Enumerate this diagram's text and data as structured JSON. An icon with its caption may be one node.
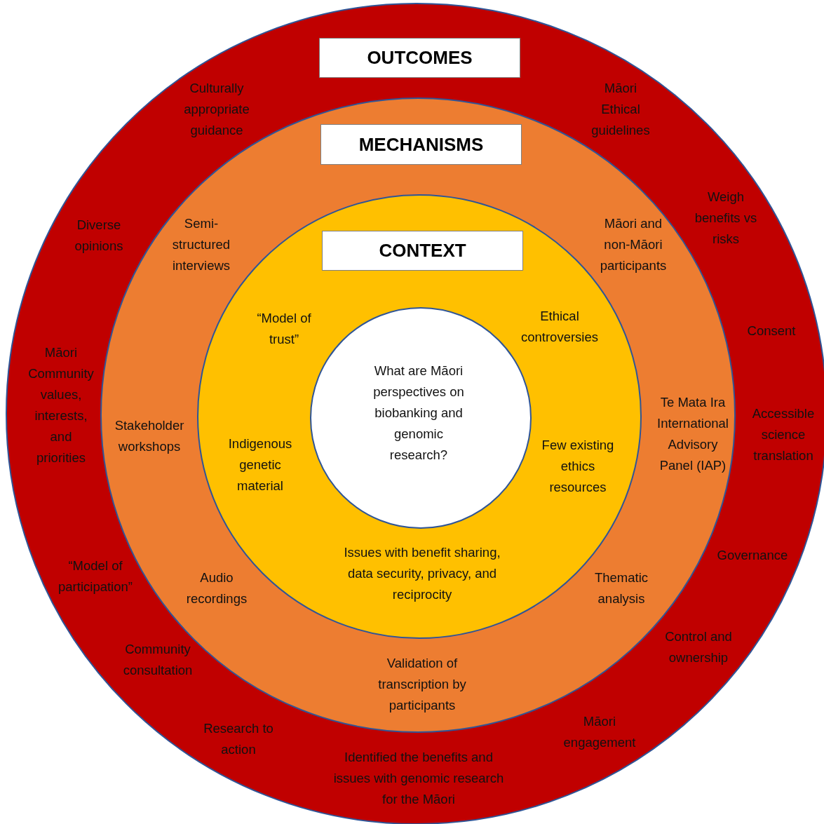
{
  "diagram": {
    "nodes": [
      {
        "text": [
          "Diverse opinions",
          "Consent",
          "Māori Community values, interests, and priorities",
          "Accessible science translation",
          "Governance",
          "“Model of participation”",
          "Research to action",
          "Māori engagement",
          "Identified the benefits and issues with genomic research for the Māori"
        ]
      },
      {
        "text": [
          "OUTCOMES"
        ],
        "in": 0
      },
      {
        "text": [
          "Stakeholder workshops",
          "Te Mata Ira International Advisory Panel (IAP)",
          "Validation of transcription by participants"
        ],
        "in": 0
      },
      {
        "text": [
          "MECHANISMS"
        ],
        "in": 2
      },
      {
        "text": [
          "“Model of trust”",
          "Ethical controversies",
          "Indigenous genetic material",
          "Few existing ethics resources",
          "Issues with benefit sharing, data security, privacy, and reciprocity"
        ],
        "in": 2
      },
      {
        "text": [
          "CONTEXT"
        ],
        "in": 4
      },
      {
        "text": [
          "What are Māori perspectives on biobanking and genomic research?"
        ],
        "in": 4
      }
    ],
    "edges": [],
    "labels": [
      "Culturally appropriate guidance",
      "Māori Ethical guidelines",
      "Weigh benefits vs risks",
      "Semi-structured interviews",
      "Māori and non-Māori participants",
      "Audio recordings",
      "Thematic analysis",
      "Community consultation",
      "Control and ownership"
    ]
  }
}
